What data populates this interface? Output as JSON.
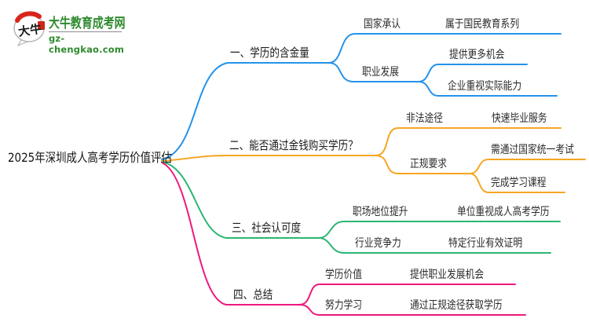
{
  "logo": {
    "site_name": "大牛教育成考网",
    "site_url": "gz-chengkao.com",
    "mark_text": "大牛"
  },
  "colors": {
    "branch1": "#2493EB",
    "branch2": "#F5A623",
    "branch3": "#2BB673",
    "bran4_note": "",
    "branch4": "#F0187D",
    "logo_green": "#2E8B2E",
    "seal_red": "#C9271E"
  },
  "mindmap": {
    "root": "2025年深圳成人高考学历价值评估",
    "branches": [
      {
        "label": "一、学历的含金量",
        "children": [
          {
            "label": "国家承认",
            "children": [
              {
                "label": "属于国民教育系列"
              }
            ]
          },
          {
            "label": "职业发展",
            "children": [
              {
                "label": "提供更多机会"
              },
              {
                "label": "企业重视实际能力"
              }
            ]
          }
        ]
      },
      {
        "label": "二、能否通过金钱购买学历？",
        "children": [
          {
            "label": "非法途径",
            "children": [
              {
                "label": "快速毕业服务"
              }
            ]
          },
          {
            "label": "正规要求",
            "children": [
              {
                "label": "需通过国家统一考试"
              },
              {
                "label": "完成学习课程"
              }
            ]
          }
        ]
      },
      {
        "label": "三、社会认可度",
        "children": [
          {
            "label": "职场地位提升",
            "children": [
              {
                "label": "单位重视成人高考学历"
              }
            ]
          },
          {
            "label": "行业竞争力",
            "children": [
              {
                "label": "特定行业有效证明"
              }
            ]
          }
        ]
      },
      {
        "label": "四、总结",
        "children": [
          {
            "label": "学历价值",
            "children": [
              {
                "label": "提供职业发展机会"
              }
            ]
          },
          {
            "label": "努力学习",
            "children": [
              {
                "label": "通过正规途径获取学历"
              }
            ]
          }
        ]
      }
    ]
  }
}
